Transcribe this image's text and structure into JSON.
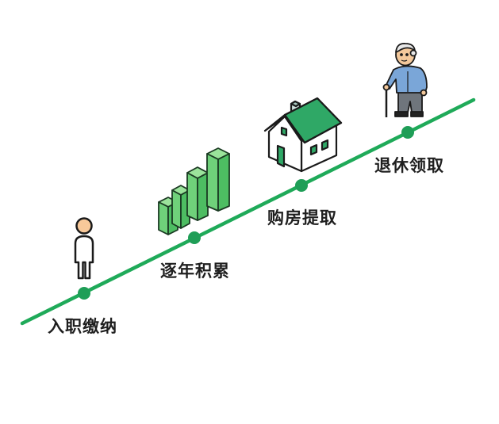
{
  "diagram": {
    "type": "timeline",
    "line_color": "#1faa59",
    "dot_color": "#1f9e57",
    "stages": [
      {
        "label": "入职缴纳",
        "icon": "person-icon"
      },
      {
        "label": "逐年积累",
        "icon": "growth-bars-icon"
      },
      {
        "label": "购房提取",
        "icon": "house-icon"
      },
      {
        "label": "退休领取",
        "icon": "elderly-man-icon"
      }
    ]
  }
}
